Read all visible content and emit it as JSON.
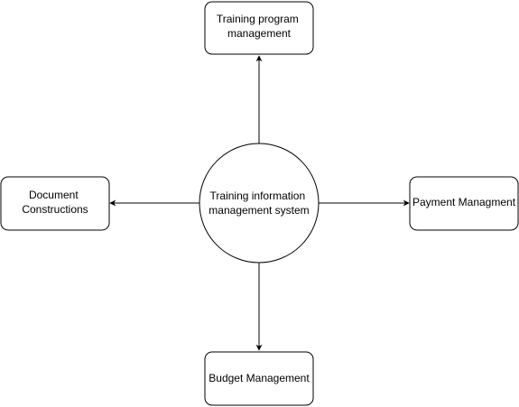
{
  "diagram": {
    "center": {
      "lines": [
        "Training information",
        "management system"
      ]
    },
    "nodes": {
      "top": {
        "lines": [
          "Training program",
          "management"
        ]
      },
      "left": {
        "lines": [
          "Document",
          "Constructions"
        ]
      },
      "right": {
        "lines": [
          "Payment Managment"
        ]
      },
      "bottom": {
        "lines": [
          "Budget Management"
        ]
      }
    },
    "colors": {
      "stroke": "#000000",
      "fill": "#ffffff",
      "text": "#000000"
    }
  }
}
